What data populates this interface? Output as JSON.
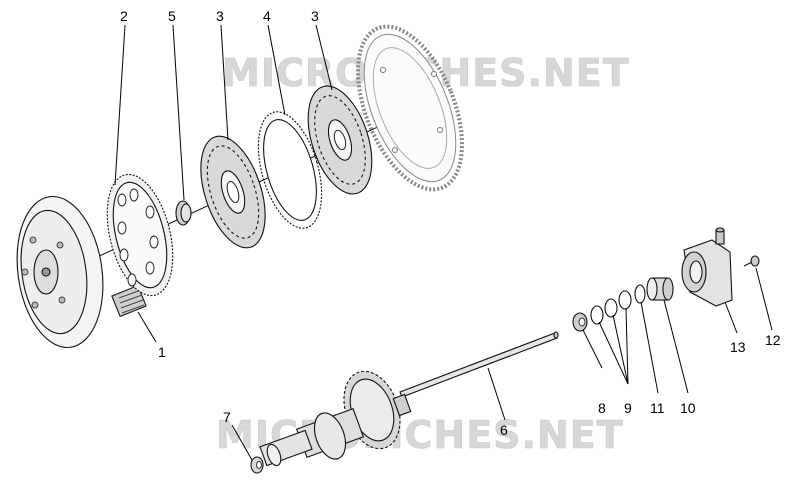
{
  "watermark": "MICROFICHES.NET",
  "callouts": {
    "c1": "1",
    "c2": "2",
    "c3a": "3",
    "c3b": "3",
    "c4": "4",
    "c5": "5",
    "c6": "6",
    "c7": "7",
    "c8": "8",
    "c9": "9",
    "c10": "10",
    "c11": "11",
    "c12": "12",
    "c13": "13"
  }
}
